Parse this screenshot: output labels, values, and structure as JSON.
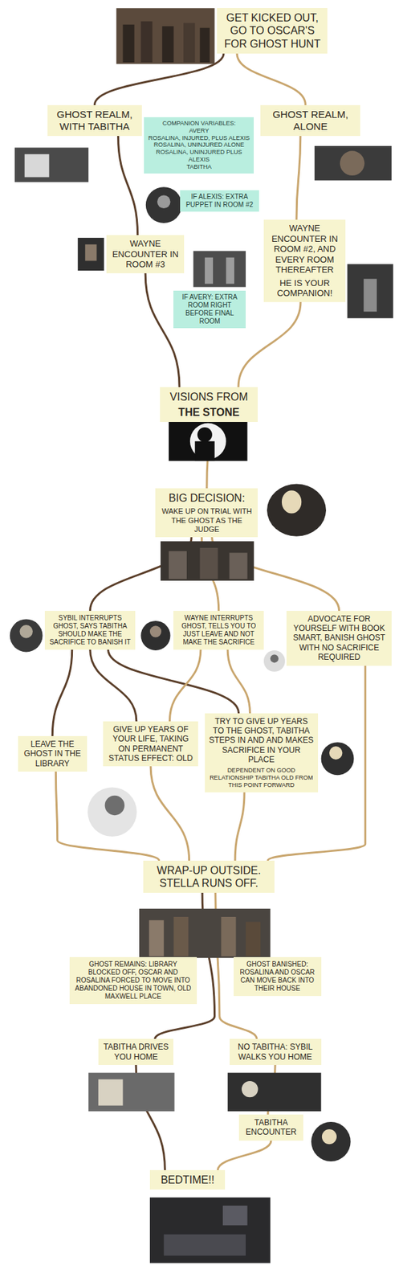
{
  "diagram": {
    "nodes": [
      {
        "text": [
          "GET KICKED OUT, GO TO OSCAR'S FOR GHOST HUNT"
        ]
      },
      {
        "text": [
          "GHOST REALM, WITH TABITHA"
        ]
      },
      {
        "text": [
          "GHOST REALM, ALONE"
        ]
      },
      {
        "text": [
          "COMPANION VARIABLES:",
          "AVERY",
          "ROSALINA, INJURED, PLUS ALEXIS",
          "ROSALINA, UNINJURED ALONE",
          "ROSALINA, UNINJURED PLUS ALEXIS",
          "TABITHA"
        ]
      },
      {
        "text": [
          "IF ALEXIS: EXTRA PUPPET IN ROOM #2"
        ]
      },
      {
        "text": [
          "WAYNE ENCOUNTER IN ROOM #3"
        ]
      },
      {
        "text": [
          "WAYNE ENCOUNTER IN ROOM #2, AND EVERY ROOM THEREAFTER",
          "HE IS YOUR COMPANION!"
        ]
      },
      {
        "text": [
          "IF AVERY: EXTRA ROOM RIGHT BEFORE FINAL ROOM"
        ]
      },
      {
        "text": [
          "VISIONS FROM",
          "THE STONE"
        ]
      },
      {
        "text": [
          "BIG DECISION:",
          "WAKE UP ON TRIAL WITH THE GHOST AS THE JUDGE"
        ]
      },
      {
        "text": [
          "SYBIL INTERRUPTS GHOST, SAYS TABITHA SHOULD MAKE THE SACRIFICE TO BANISH IT"
        ]
      },
      {
        "text": [
          "WAYNE INTERRUPTS GHOST, TELLS YOU TO JUST LEAVE AND NOT MAKE THE SACRIFICE"
        ]
      },
      {
        "text": [
          "ADVOCATE FOR YOURSELF WITH BOOK SMART, BANISH GHOST WITH NO SACRIFICE REQUIRED"
        ]
      },
      {
        "text": [
          "LEAVE THE GHOST IN THE LIBRARY"
        ]
      },
      {
        "text": [
          "GIVE UP YEARS OF YOUR LIFE, TAKING ON PERMANENT STATUS EFFECT: OLD"
        ]
      },
      {
        "text": [
          "TRY TO GIVE UP YEARS TO THE GHOST, TABITHA STEPS IN AND AND MAKES SACRIFICE IN YOUR PLACE",
          "DEPENDENT ON GOOD RELATIONSHIP TABITHA OLD FROM THIS POINT FORWARD"
        ]
      },
      {
        "text": [
          "WRAP-UP OUTSIDE. STELLA RUNS OFF."
        ]
      },
      {
        "text": [
          "GHOST REMAINS: LIBRARY BLOCKED OFF, OSCAR AND ROSALINA FORCED TO MOVE INTO ABANDONED HOUSE IN TOWN, OLD MAXWELL PLACE"
        ]
      },
      {
        "text": [
          "GHOST BANISHED: ROSALINA AND OSCAR CAN MOVE BACK INTO THEIR HOUSE"
        ]
      },
      {
        "text": [
          "TABITHA DRIVES YOU HOME"
        ]
      },
      {
        "text": [
          "NO TABITHA: SYBIL WALKS YOU HOME"
        ]
      },
      {
        "text": [
          "TABITHA ENCOUNTER"
        ]
      },
      {
        "text": [
          "BEDTIME!!"
        ]
      }
    ],
    "edges": [
      {
        "from": 0,
        "to": 1,
        "arrow": "none"
      },
      {
        "from": 0,
        "to": 2,
        "arrow": "none"
      },
      {
        "from": 1,
        "to": 5,
        "arrow": "none"
      },
      {
        "from": 5,
        "to": 8,
        "arrow": "none"
      },
      {
        "from": 2,
        "to": 6,
        "arrow": "none"
      },
      {
        "from": 6,
        "to": 8,
        "arrow": "none"
      },
      {
        "from": 8,
        "to": 9,
        "arrow": "none"
      },
      {
        "from": 9,
        "to": 10,
        "arrow": "none"
      },
      {
        "from": 9,
        "to": 11,
        "arrow": "none"
      },
      {
        "from": 9,
        "to": 12,
        "arrow": "none"
      },
      {
        "from": 10,
        "to": 13,
        "arrow": "none"
      },
      {
        "from": 10,
        "to": 14,
        "arrow": "none"
      },
      {
        "from": 10,
        "to": 15,
        "arrow": "none"
      },
      {
        "from": 11,
        "to": 14,
        "arrow": "none"
      },
      {
        "from": 11,
        "to": 15,
        "arrow": "none"
      },
      {
        "from": 13,
        "to": 16,
        "arrow": "none"
      },
      {
        "from": 14,
        "to": 16,
        "arrow": "none"
      },
      {
        "from": 15,
        "to": 16,
        "arrow": "none"
      },
      {
        "from": 12,
        "to": 16,
        "arrow": "none"
      },
      {
        "from": 16,
        "to": 19,
        "arrow": "none"
      },
      {
        "from": 16,
        "to": 20,
        "arrow": "none"
      },
      {
        "from": 19,
        "to": 22,
        "arrow": "none"
      },
      {
        "from": 20,
        "to": 21,
        "arrow": "none"
      },
      {
        "from": 21,
        "to": 22,
        "arrow": "none"
      }
    ]
  }
}
